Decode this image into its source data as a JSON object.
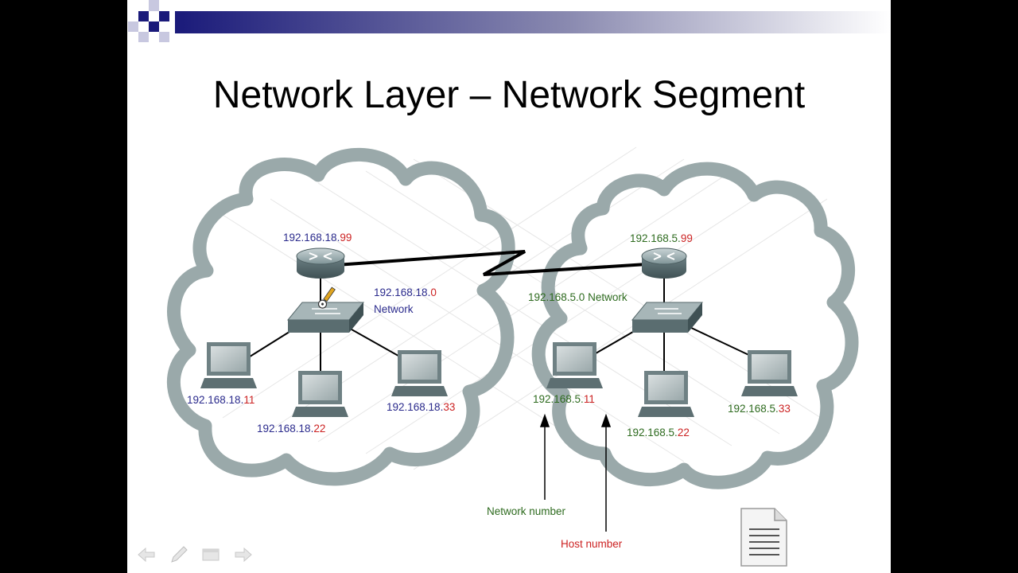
{
  "slide": {
    "title": "Network Layer – Network Segment"
  },
  "left_network": {
    "router_ip": {
      "network": "192.168.18.",
      "host": "99"
    },
    "network_ip": {
      "network": "192.168.18.",
      "host": "0"
    },
    "network_word": "Network",
    "hosts": [
      {
        "network": "192.168.18.",
        "host": "11"
      },
      {
        "network": "192.168.18.",
        "host": "22"
      },
      {
        "network": "192.168.18.",
        "host": "33"
      }
    ]
  },
  "right_network": {
    "router_ip": {
      "network": "192.168.5.",
      "host": "99"
    },
    "network_label": "192.168.5.0 Network",
    "hosts": [
      {
        "network": "192.168.5.",
        "host": "11"
      },
      {
        "network": "192.168.5.",
        "host": "22"
      },
      {
        "network": "192.168.5.",
        "host": "33"
      }
    ]
  },
  "annotations": {
    "network_number": "Network number",
    "host_number": "Host number"
  },
  "colors": {
    "left_network_part": "#2a2a8c",
    "right_network_part": "#2e6b1f",
    "host_part": "#cc2222",
    "network_number_label": "#2e6b1f",
    "host_number_label": "#cc2222",
    "header_accent": "#1a1a7a"
  }
}
